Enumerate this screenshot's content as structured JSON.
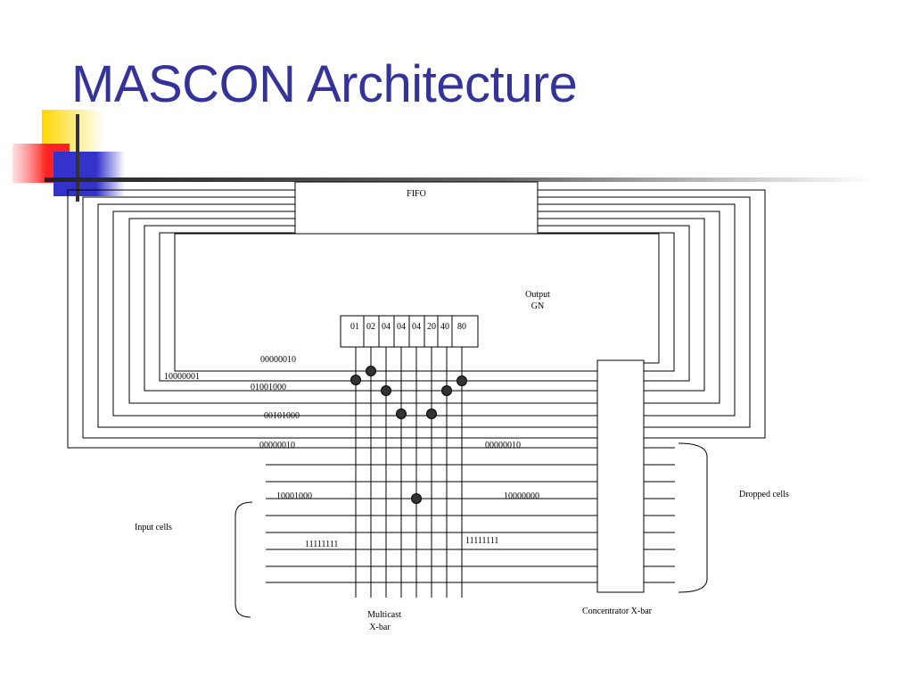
{
  "slide": {
    "title": "MASCON Architecture",
    "title_color": "#333399",
    "accent_colors": {
      "yellow": "#FFD700",
      "red": "#FF3333",
      "blue": "#3333CC",
      "rule": "#333333"
    }
  },
  "diagram": {
    "fifo_label": "FIFO",
    "output_gn_label": [
      "Output",
      "GN"
    ],
    "gn_columns": [
      "01",
      "02",
      "04",
      "04",
      "04",
      "20",
      "40",
      "80"
    ],
    "feedback_codes": [
      "00000010",
      "10000001",
      "01001000",
      "00101000",
      "00000010"
    ],
    "input_codes": [
      "10001000",
      "11111111"
    ],
    "output_codes": [
      "00000010",
      "10000000",
      "11111111"
    ],
    "input_cells_label": "Input cells",
    "dropped_cells_label": "Dropped cells",
    "multicast_label": [
      "Multicast",
      "X-bar"
    ],
    "concentrator_label": "Concentrator X-bar"
  }
}
